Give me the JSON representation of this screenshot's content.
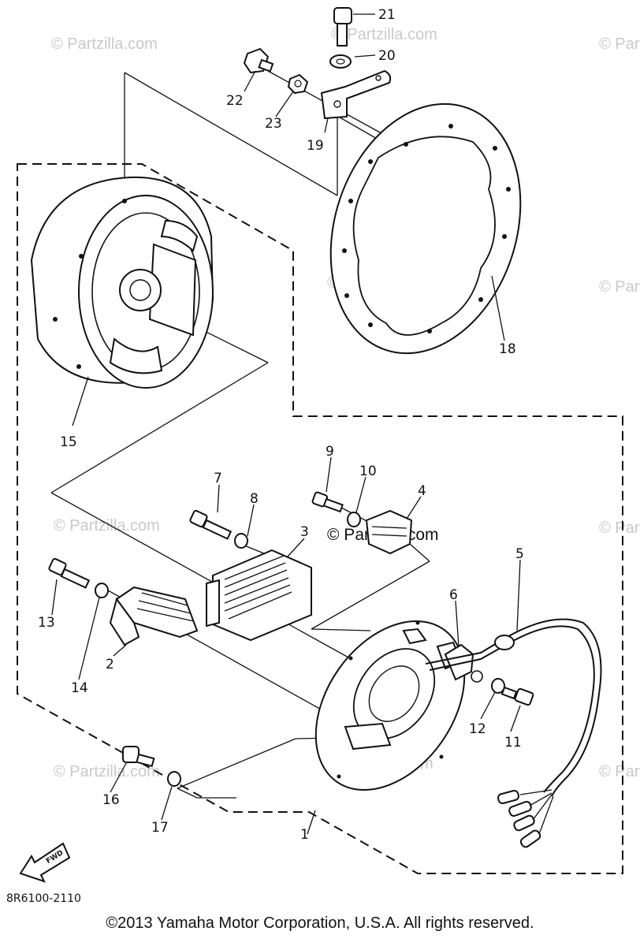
{
  "callouts": {
    "c1": "1",
    "c2": "2",
    "c3": "3",
    "c4": "4",
    "c5": "5",
    "c6": "6",
    "c7": "7",
    "c8": "8",
    "c9": "9",
    "c10": "10",
    "c11": "11",
    "c12": "12",
    "c13": "13",
    "c14": "14",
    "c15": "15",
    "c16": "16",
    "c17": "17",
    "c18": "18",
    "c19": "19",
    "c20": "20",
    "c21": "21",
    "c22": "22",
    "c23": "23"
  },
  "watermark": "© Partzilla.com",
  "diagram_code": "8R6100-2110",
  "fwd_label": "FWD",
  "copyright": "©2013 Yamaha Motor Corporation, U.S.A. All rights reserved."
}
